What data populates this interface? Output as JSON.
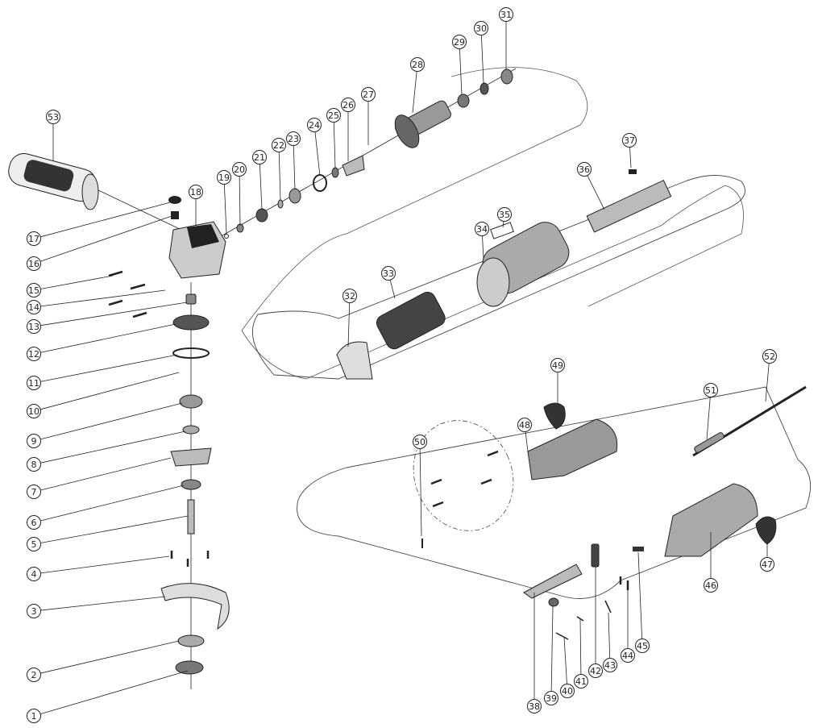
{
  "diagram": {
    "type": "exploded parts diagram",
    "subject": "angle grinder",
    "labels": [
      "1",
      "2",
      "3",
      "4",
      "5",
      "6",
      "7",
      "8",
      "9",
      "10",
      "11",
      "12",
      "13",
      "14",
      "15",
      "16",
      "17",
      "18",
      "19",
      "20",
      "21",
      "22",
      "23",
      "24",
      "25",
      "26",
      "27",
      "28",
      "29",
      "30",
      "31",
      "32",
      "33",
      "34",
      "35",
      "36",
      "37",
      "38",
      "39",
      "40",
      "41",
      "42",
      "43",
      "44",
      "45",
      "46",
      "47",
      "48",
      "49",
      "50",
      "51",
      "52",
      "53"
    ]
  }
}
